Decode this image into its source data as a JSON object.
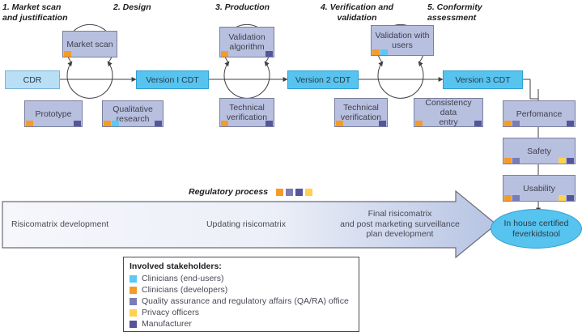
{
  "colors": {
    "clinician_end_user": "#5bc8f5",
    "clinician_developer": "#f59b28",
    "qara": "#7b7bb5",
    "privacy": "#ffd24d",
    "manufacturer": "#55559c",
    "node_fill": "#b8c0e0",
    "cdt_fill": "#57c3ef",
    "cdr_fill": "#b8dff5",
    "band_start": "#f4f5fa",
    "band_end": "#b9c6e4"
  },
  "phases": [
    {
      "label": "1. Market scan\nand justification"
    },
    {
      "label": "2. Design"
    },
    {
      "label": "3. Production"
    },
    {
      "label": "4. Verification and\nvalidation"
    },
    {
      "label": "5. Conformity\nassessment"
    }
  ],
  "nodes": {
    "cdr": "CDR",
    "market_scan": "Market scan",
    "prototype": "Prototype",
    "qualitative_research": "Qualitative\nresearch",
    "version1": "Version  I  CDT",
    "validation_algorithm": "Validation\nalgorithm",
    "technical_verification_1": "Technical\nverification",
    "version2": "Version 2 CDT",
    "validation_users": "Validation with\nusers",
    "technical_verification_2": "Technical\nverification",
    "consistency_data_entry": "Consistency data\nentry",
    "version3": "Version 3 CDT",
    "performance": "Perfomance",
    "safety": "Safety",
    "usability": "Usability"
  },
  "regulatory": {
    "label": "Regulatory process",
    "swatches": [
      "#f59b28",
      "#7b7bb5",
      "#55559c",
      "#ffd24d"
    ],
    "stages": [
      "Risicomatrix development",
      "Updating risicomatrix",
      "Final risicomatrix\nand post marketing surveillance\nplan development"
    ]
  },
  "result": {
    "label": "In house certified\nfeverkidstool"
  },
  "legend": {
    "title": "Involved stakeholders:",
    "items": [
      {
        "color": "#5bc8f5",
        "label": "Clinicians (end-users)"
      },
      {
        "color": "#f59b28",
        "label": "Clinicians (developers)"
      },
      {
        "color": "#7b7bb5",
        "label": "Quality assurance and regulatory affairs (QA/RA) office"
      },
      {
        "color": "#ffd24d",
        "label": "Privacy officers"
      },
      {
        "color": "#55559c",
        "label": "Manufacturer"
      }
    ]
  }
}
